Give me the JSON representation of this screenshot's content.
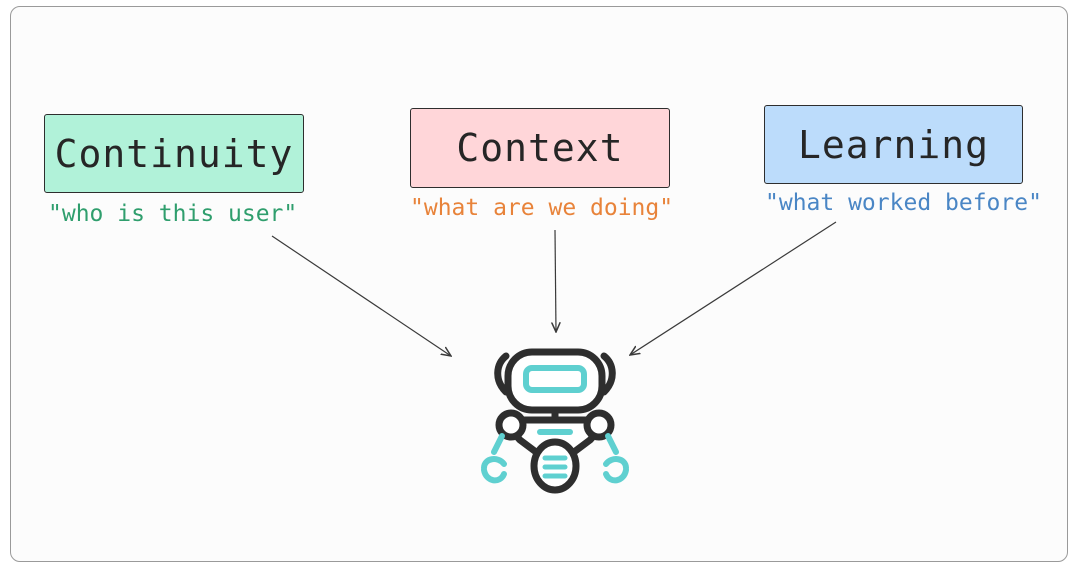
{
  "diagram": {
    "nodes": [
      {
        "id": "continuity",
        "label": "Continuity",
        "caption": "\"who is this user\"",
        "fill": "#b1f2d9",
        "caption_color": "#2f9e6d"
      },
      {
        "id": "context",
        "label": "Context",
        "caption": "\"what are we doing\"",
        "fill": "#ffd6d9",
        "caption_color": "#e8833a"
      },
      {
        "id": "learning",
        "label": "Learning",
        "caption": "\"what worked before\"",
        "fill": "#bcdcfb",
        "caption_color": "#4a86c5"
      }
    ],
    "edges": [
      {
        "from": "continuity",
        "to": "robot"
      },
      {
        "from": "context",
        "to": "robot"
      },
      {
        "from": "learning",
        "to": "robot"
      }
    ],
    "target_icon": "robot-icon",
    "colors": {
      "outline": "#2e2e2e",
      "robot_accent": "#5fd0d0",
      "arrow": "#3a3a3a"
    }
  }
}
